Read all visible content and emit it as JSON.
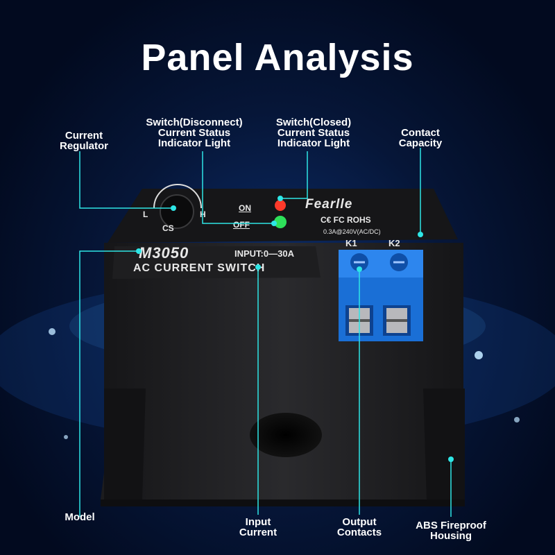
{
  "title": "Panel Analysis",
  "callouts": {
    "current_regulator": [
      "Current",
      "Regulator"
    ],
    "disconnect_indicator": [
      "Switch(Disconnect)",
      "Current Status",
      "Indicator Light"
    ],
    "closed_indicator": [
      "Switch(Closed)",
      "Current Status",
      "Indicator Light"
    ],
    "contact_capacity": [
      "Contact",
      "Capacity"
    ],
    "model": [
      "Model"
    ],
    "input_current": [
      "Input",
      "Current"
    ],
    "output_contacts": [
      "Output",
      "Contacts"
    ],
    "housing": [
      "ABS Fireproof",
      "Housing"
    ]
  },
  "device": {
    "brand": "Fearlle",
    "certifications": "C€ FC ROHS",
    "rating": "0.3A@240V(AC/DC)",
    "terminal_labels": [
      "K1",
      "K2"
    ],
    "model": "M3050",
    "input": "INPUT:0—30A",
    "name": "AC CURRENT SWITCH",
    "on_label": "ON",
    "off_label": "OFF",
    "knob_label": "CS",
    "knob_low": "L",
    "knob_high": "H"
  },
  "colors": {
    "accent": "#2ee6e6",
    "terminal_blue": "#1a6fd6",
    "led_red": "#ff3a2a",
    "led_green": "#2ee05a"
  }
}
